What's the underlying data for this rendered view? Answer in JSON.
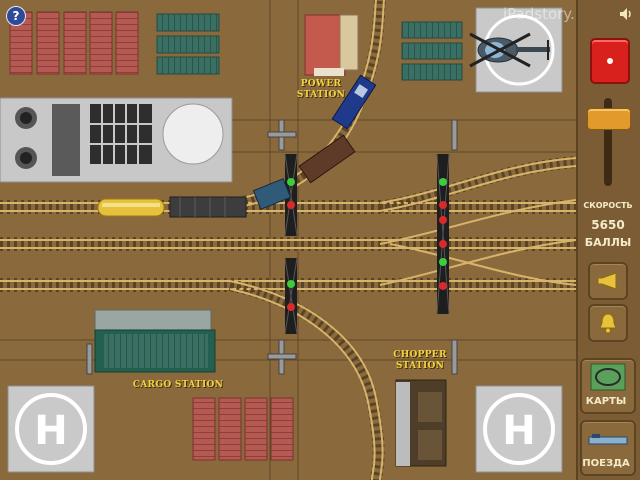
{
  "watermark": "iPadstory.ru",
  "help": {
    "glyph": "?"
  },
  "stations": {
    "power": {
      "line1": "POWER",
      "line2": "STATION"
    },
    "cargo": {
      "line1": "CARGO STATION"
    },
    "chopper": {
      "line1": "CHOPPER",
      "line2": "STATION"
    }
  },
  "helipads": {
    "letter": "H"
  },
  "sidebar": {
    "speed_label": "СКОРОСТЬ",
    "score_value": "5650",
    "score_label": "БАЛЛЫ",
    "maps_label": "КАРТЫ",
    "trains_label": "ПОЕЗДА",
    "speed_slider_level": 0.15
  },
  "colors": {
    "ground": "#8a6a3d",
    "rail": "#d8b46a",
    "tie": "#5a4426",
    "label_yellow": "#f3d23e",
    "power_button": "#d8201c"
  }
}
